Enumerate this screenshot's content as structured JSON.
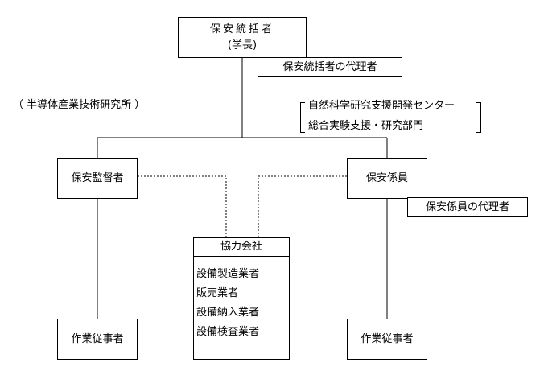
{
  "top": {
    "title": "保安統括者",
    "subtitle": "(学長)",
    "deputy": "保安統括者の代理者"
  },
  "institute": "（  半導体産業技術研究所  ）",
  "dept": {
    "line1": "自然科学研究支援開発センター",
    "line2": "総合実験支援・研究部門"
  },
  "supervisor": "保安監督者",
  "staff": {
    "title": "保安係員",
    "deputy": "保安係員の代理者"
  },
  "partner": {
    "title": "協力会社",
    "items": [
      "設備製造業者",
      "販売業者",
      "設備納入業者",
      "設備検査業者"
    ]
  },
  "workers": {
    "left": "作業従事者",
    "right": "作業従事者"
  }
}
